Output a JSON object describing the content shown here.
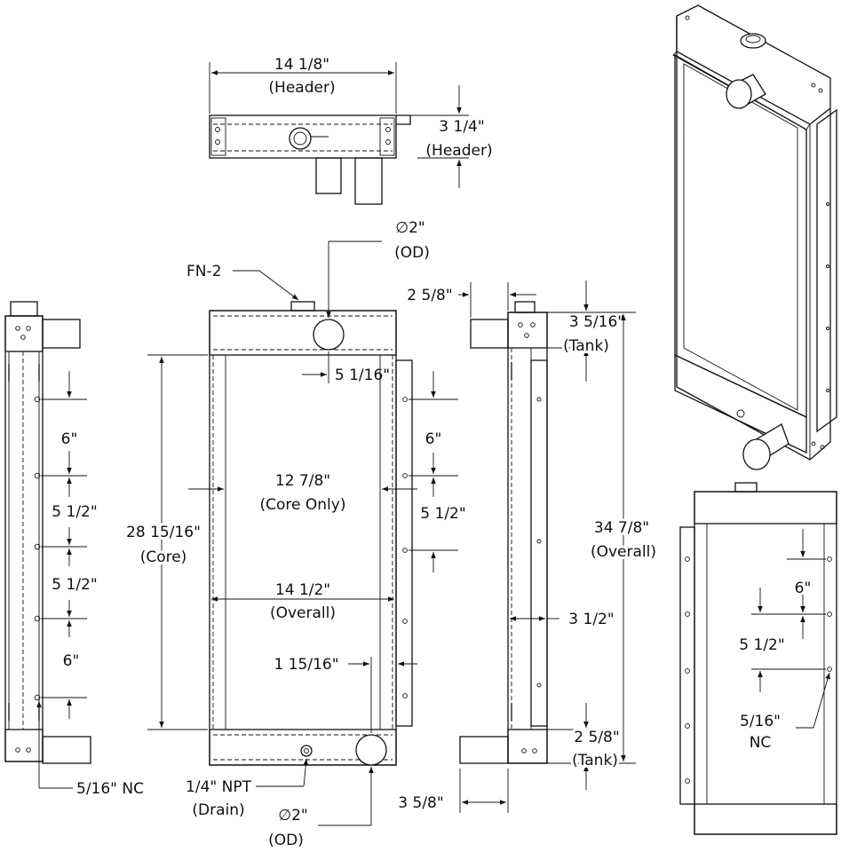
{
  "labels": {
    "top_width": "14 1/8\"",
    "top_width_sub": "(Header)",
    "header_height": "3 1/4\"",
    "header_height_sub": "(Header)",
    "inlet_dia": "∅2\"",
    "inlet_dia_sub": "(OD)",
    "fn": "FN-2",
    "inlet_offset": "5 1/16\"",
    "core_height": "28 15/16\"",
    "core_height_sub": "(Core)",
    "core_width": "12 7/8\"",
    "core_width_sub": "(Core Only)",
    "overall_width": "14 1/2\"",
    "overall_width_sub": "(Overall)",
    "outlet_offset": "1 15/16\"",
    "drain": "1/4\" NPT",
    "drain_sub": "(Drain)",
    "outlet_dia": "∅2\"",
    "outlet_dia_sub": "(OD)",
    "left_hole_1": "6\"",
    "left_hole_2": "5 1/2\"",
    "left_hole_3": "5 1/2\"",
    "left_hole_4": "6\"",
    "left_nc": "5/16\" NC",
    "mid_hole_1": "6\"",
    "mid_hole_2": "5 1/2\"",
    "side_top_off": "2 5/8\"",
    "top_tank": "3 5/16\"",
    "top_tank_sub": "(Tank)",
    "overall_height": "34 7/8\"",
    "overall_height_sub": "(Overall)",
    "side_depth": "3 1/2\"",
    "bottom_tank": "2 5/8\"",
    "bottom_tank_sub": "(Tank)",
    "side_bottom_off": "3 5/8\"",
    "right_hole_1": "6\"",
    "right_hole_2": "5 1/2\"",
    "right_nc": "5/16\"",
    "right_nc_sub": "NC"
  }
}
